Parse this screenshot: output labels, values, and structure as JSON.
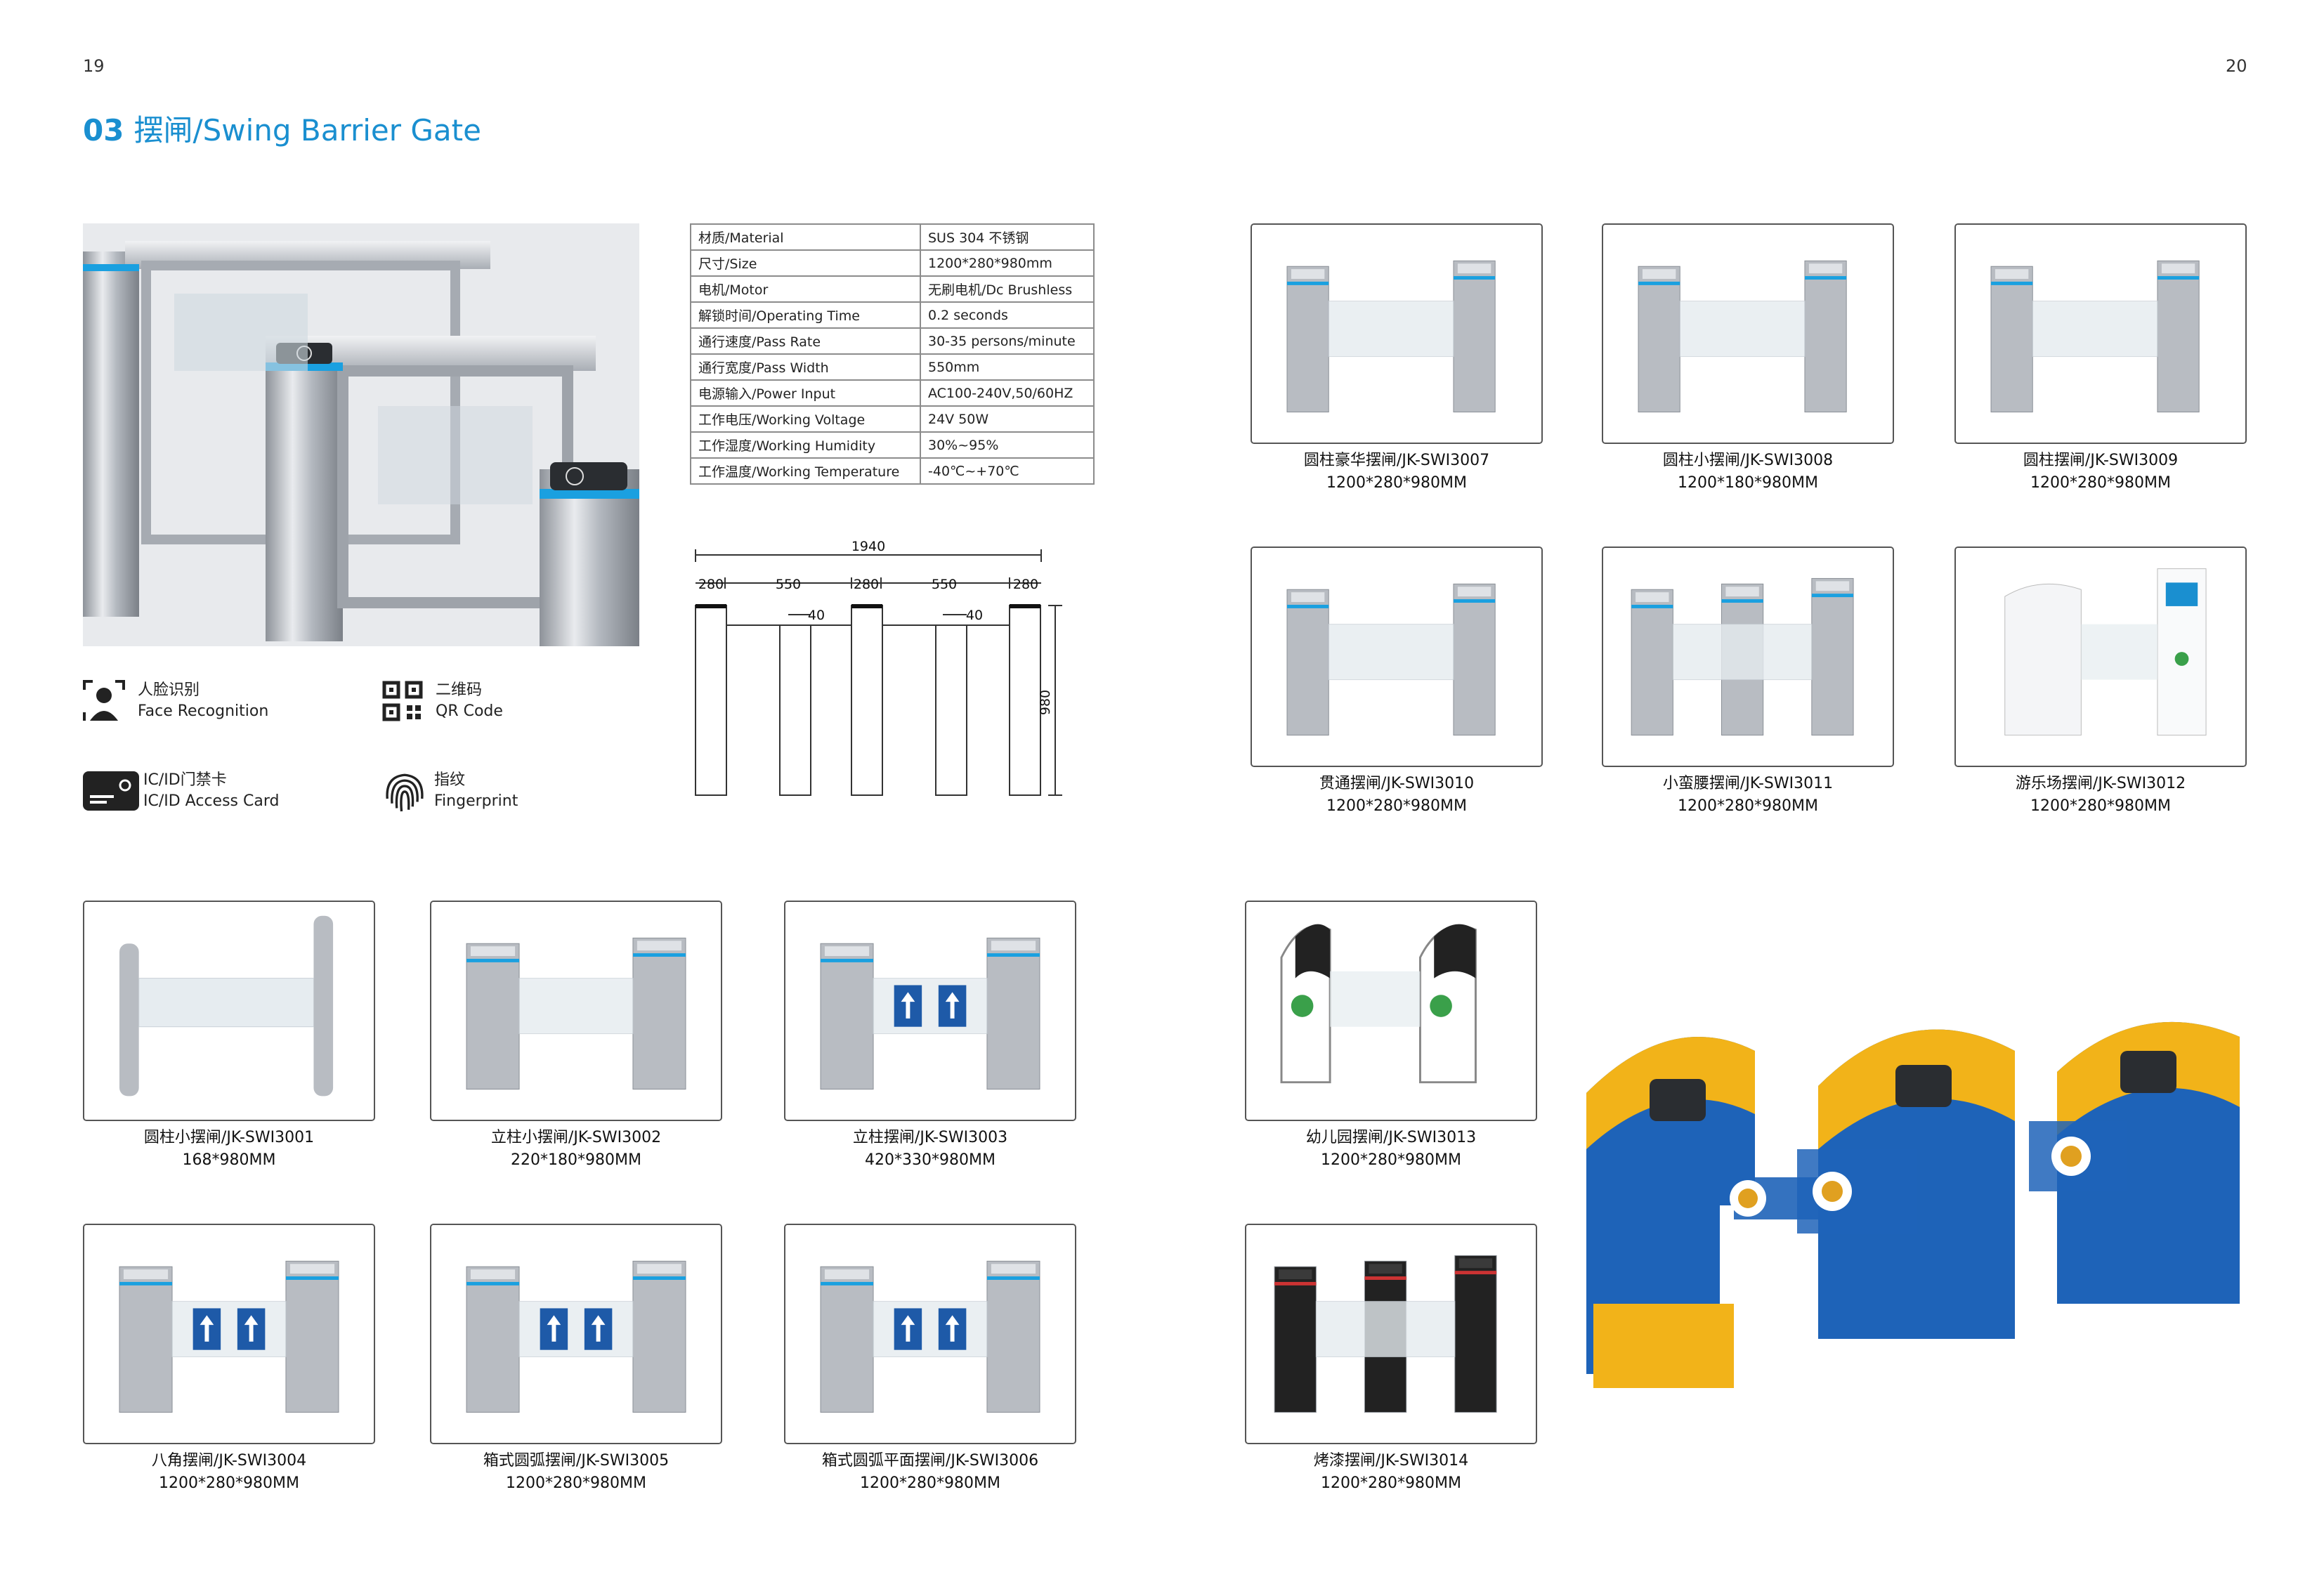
{
  "page": {
    "left_num": "19",
    "right_num": "20"
  },
  "section": {
    "number": "03",
    "title": "摆闸/Swing Barrier Gate"
  },
  "specs": [
    {
      "k": "材质/Material",
      "v": "SUS 304 不锈钢"
    },
    {
      "k": "尺寸/Size",
      "v": "1200*280*980mm"
    },
    {
      "k": "电机/Motor",
      "v": "无刷电机/Dc Brushless"
    },
    {
      "k": "解锁时间/Operating Time",
      "v": "0.2 seconds"
    },
    {
      "k": "通行速度/Pass Rate",
      "v": "30-35 persons/minute"
    },
    {
      "k": "通行宽度/Pass Width",
      "v": "550mm"
    },
    {
      "k": "电源输入/Power Input",
      "v": "AC100-240V,50/60HZ"
    },
    {
      "k": "工作电压/Working Voltage",
      "v": "24V 50W"
    },
    {
      "k": "工作湿度/Working Humidity",
      "v": "30%~95%"
    },
    {
      "k": "工作温度/Working Temperature",
      "v": "-40℃~+70℃"
    }
  ],
  "dims": {
    "total": "1940",
    "a": "280",
    "b": "550",
    "c": "280",
    "d": "550",
    "e": "280",
    "g1": "40",
    "g2": "40",
    "height": "980"
  },
  "features": [
    {
      "cn": "人脸识别",
      "en": "Face Recognition",
      "icon": "face-icon"
    },
    {
      "cn": "二维码",
      "en": "QR Code",
      "icon": "qr-icon"
    },
    {
      "cn": "IC/ID门禁卡",
      "en": "IC/ID Access Card",
      "icon": "card-icon"
    },
    {
      "cn": "指纹",
      "en": "Fingerprint",
      "icon": "fingerprint-icon"
    }
  ],
  "products": [
    {
      "name": "圆柱小摆闸/JK-SWI3001",
      "size": "168*980MM"
    },
    {
      "name": "立柱小摆闸/JK-SWI3002",
      "size": "220*180*980MM"
    },
    {
      "name": "立柱摆闸/JK-SWI3003",
      "size": "420*330*980MM"
    },
    {
      "name": "八角摆闸/JK-SWI3004",
      "size": "1200*280*980MM"
    },
    {
      "name": "箱式圆弧摆闸/JK-SWI3005",
      "size": "1200*280*980MM"
    },
    {
      "name": "箱式圆弧平面摆闸/JK-SWI3006",
      "size": "1200*280*980MM"
    },
    {
      "name": "圆柱豪华摆闸/JK-SWI3007",
      "size": "1200*280*980MM"
    },
    {
      "name": "圆柱小摆闸/JK-SWI3008",
      "size": "1200*180*980MM"
    },
    {
      "name": "圆柱摆闸/JK-SWI3009",
      "size": "1200*280*980MM"
    },
    {
      "name": "贯通摆闸/JK-SWI3010",
      "size": "1200*280*980MM"
    },
    {
      "name": "小蛮腰摆闸/JK-SWI3011",
      "size": "1200*280*980MM"
    },
    {
      "name": "游乐场摆闸/JK-SWI3012",
      "size": "1200*280*980MM"
    },
    {
      "name": "幼儿园摆闸/JK-SWI3013",
      "size": "1200*280*980MM"
    },
    {
      "name": "烤漆摆闸/JK-SWI3014",
      "size": "1200*280*980MM"
    }
  ],
  "colors": {
    "accent": "#1a8fd0",
    "blue_ring": "#1aa0e0",
    "kids_yellow": "#f2b319",
    "kids_blue": "#1e63b8"
  }
}
